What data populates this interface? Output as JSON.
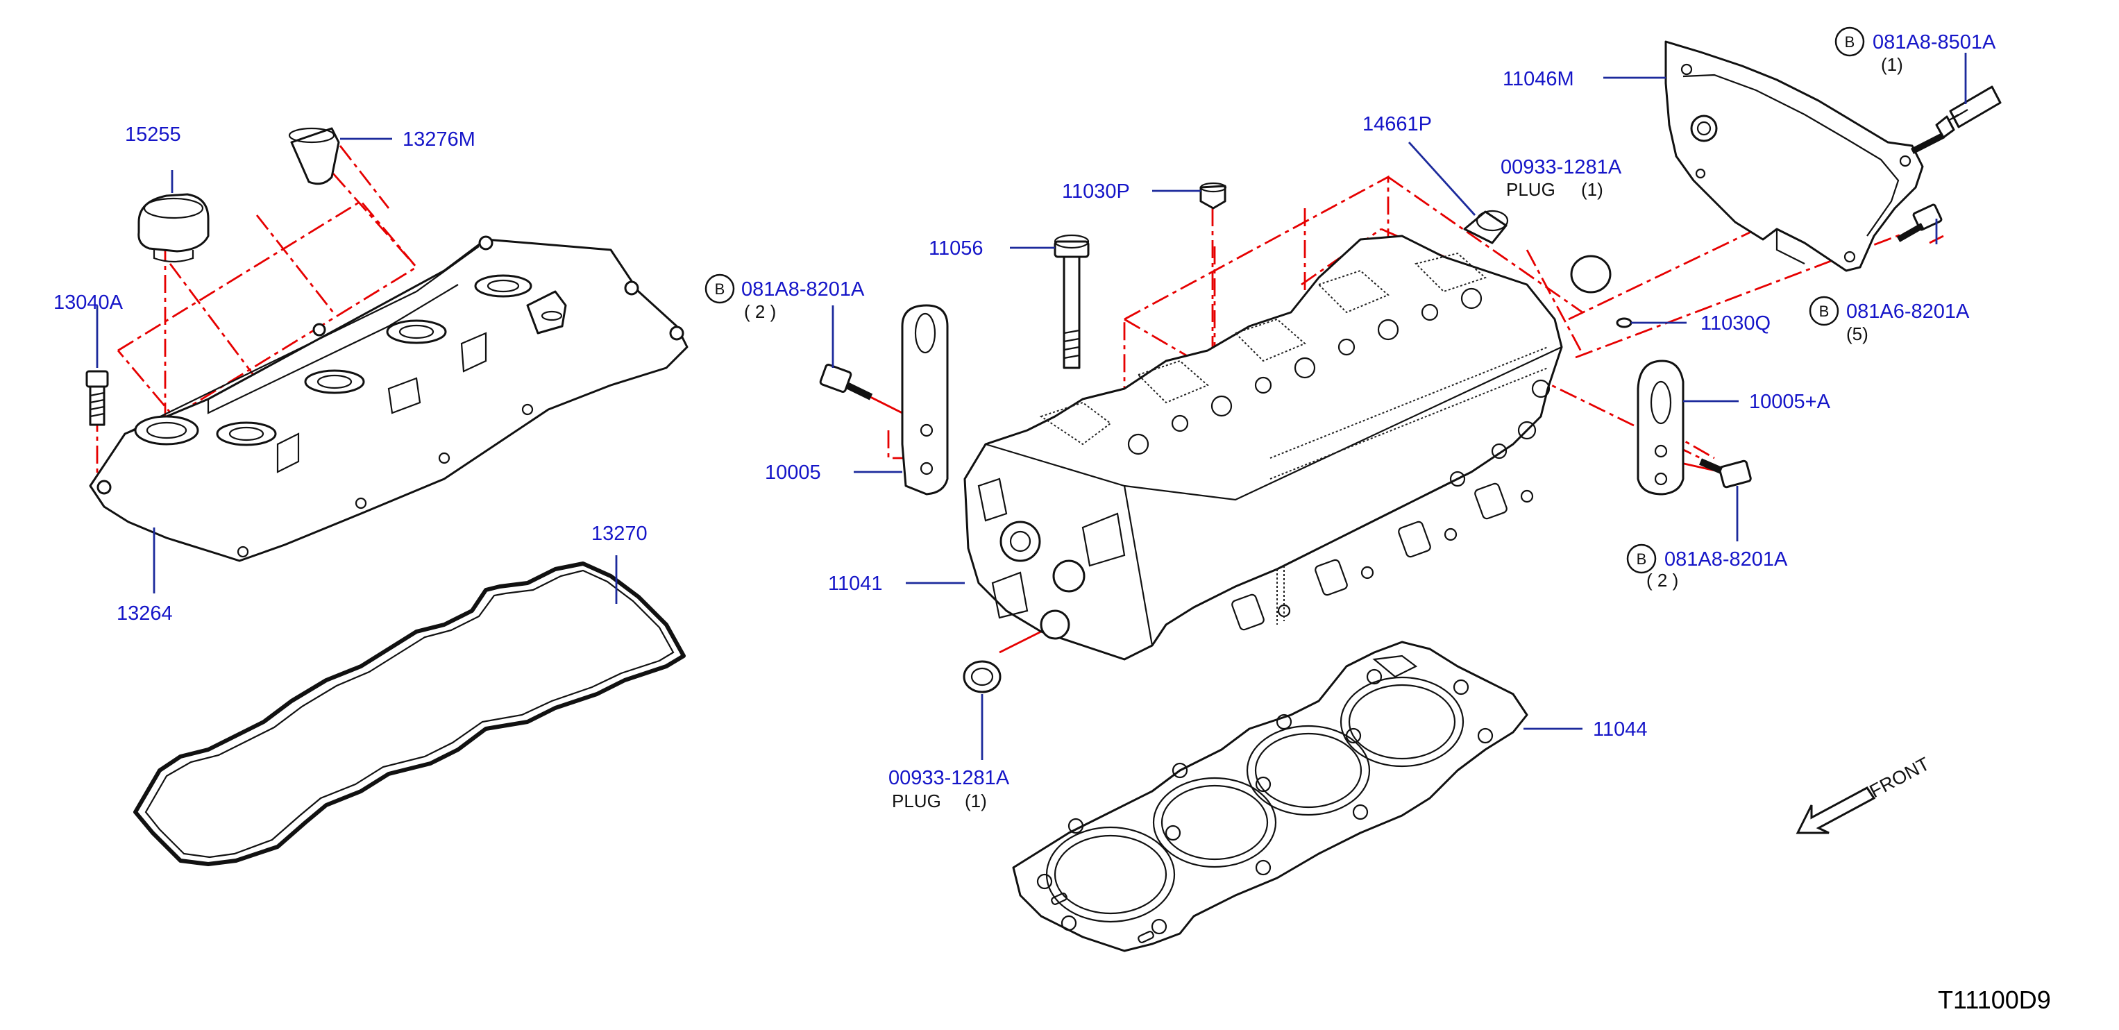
{
  "diagram_code": "T11100D9",
  "front_label": "FRONT",
  "callouts": {
    "p15255": "15255",
    "p13276M": "13276M",
    "p13040A": "13040A",
    "p13264": "13264",
    "p13270": "13270",
    "p11046M": "11046M",
    "b081A8_8501A": "081A8-8501A",
    "b081A8_8501A_qty": "(1)",
    "p14661P": "14661P",
    "p00933_1281A_top": "00933-1281A",
    "plug_top": "PLUG",
    "plug_top_qty": "(1)",
    "p11030P": "11030P",
    "p11056": "11056",
    "b081A8_8201A_left": "081A8-8201A",
    "b081A8_8201A_left_qty": "( 2 )",
    "p11030Q": "11030Q",
    "b081A6_8201A": "081A6-8201A",
    "b081A6_8201A_qty": "(5)",
    "p10005_plusA": "10005+A",
    "p10005": "10005",
    "b081A8_8201A_right": "081A8-8201A",
    "b081A8_8201A_right_qty": "( 2 )",
    "p11041": "11041",
    "p11044": "11044",
    "p00933_1281A_bottom": "00933-1281A",
    "plug_bottom": "PLUG",
    "plug_bottom_qty": "(1)"
  },
  "bolt_marker_letter": "B",
  "colors": {
    "callout_text": "#1515c8",
    "leader_line": "#1c2a9c",
    "assembly_line": "#e60000",
    "part_outline": "#111111"
  }
}
